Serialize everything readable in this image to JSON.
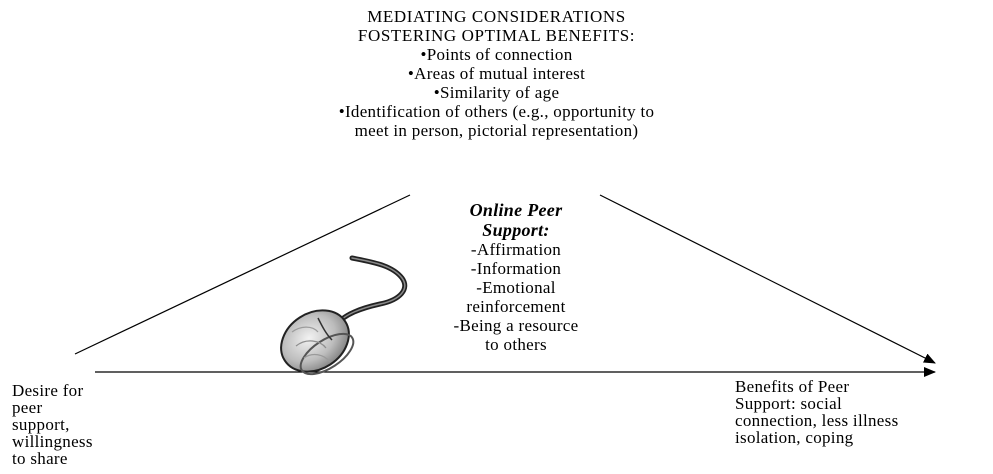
{
  "top": {
    "heading": [
      "MEDIATING CONSIDERATIONS",
      "FOSTERING OPTIMAL BENEFITS:"
    ],
    "bullets": [
      "•Points of connection",
      "•Areas of mutual interest",
      "•Similarity of age",
      "•Identification of others (e.g., opportunity to",
      "meet in person, pictorial representation)"
    ]
  },
  "center": {
    "title": [
      "Online Peer",
      "Support:"
    ],
    "items": [
      "-Affirmation",
      "-Information",
      "-Emotional",
      "reinforcement",
      "-Being a resource",
      "to others"
    ]
  },
  "left": {
    "lines": [
      "Desire for",
      "peer",
      "support,",
      "willingness",
      "to share"
    ]
  },
  "right": {
    "lines": [
      "Benefits of Peer",
      "Support: social",
      "connection, less illness",
      "isolation, coping"
    ]
  },
  "icon": "computer-mouse-icon",
  "colors": {
    "line": "#000000",
    "mouse_body": "#b8b8b8"
  }
}
